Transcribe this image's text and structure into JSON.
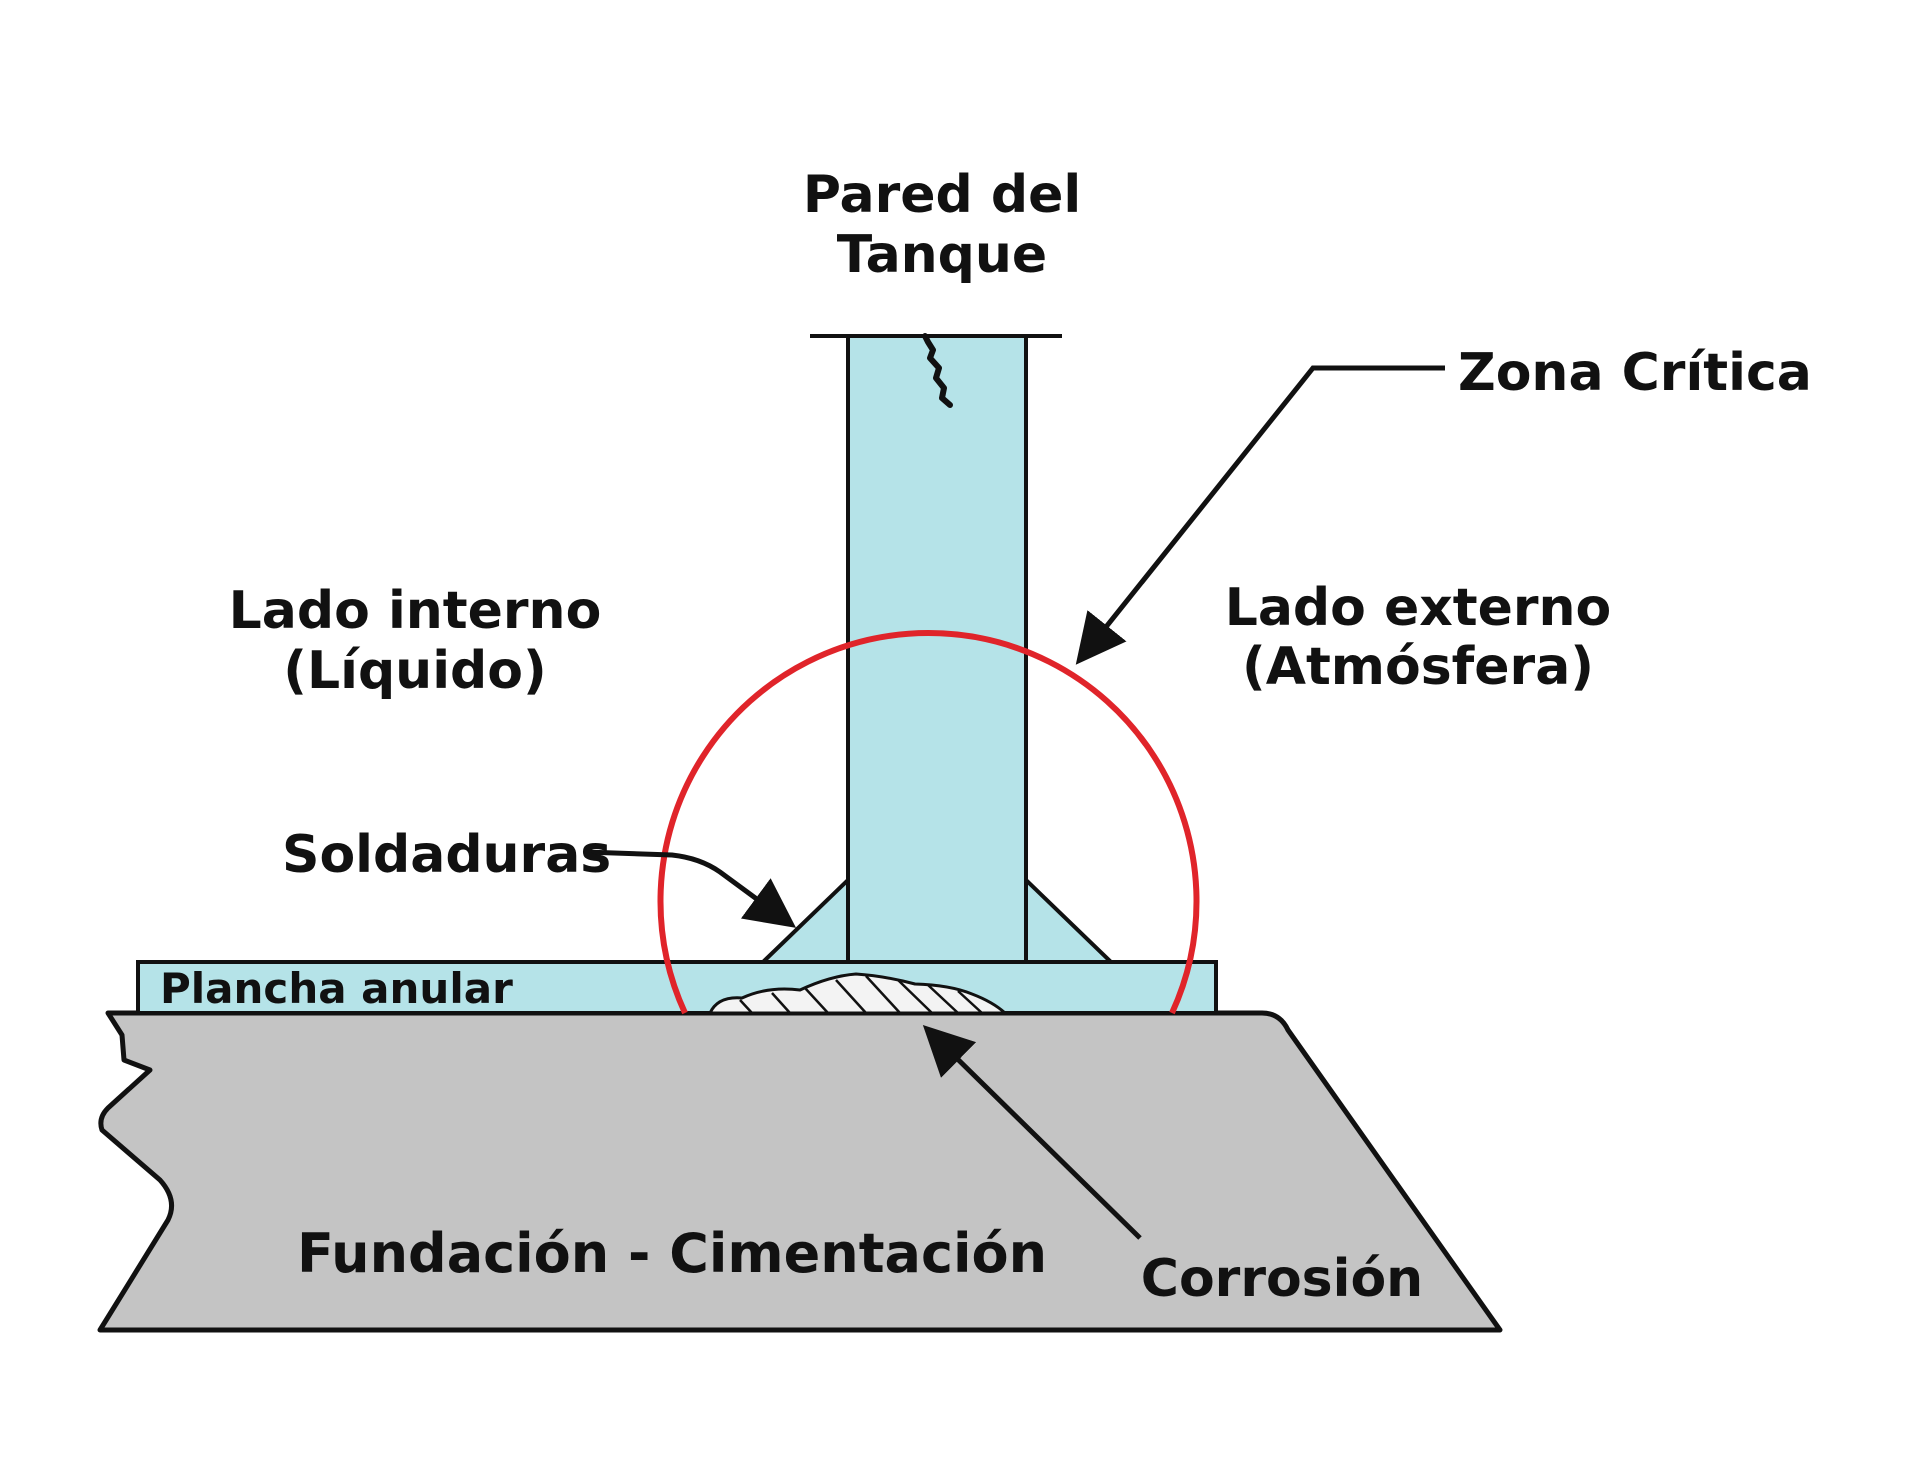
{
  "labels": {
    "wall_line1": "Pared del",
    "wall_line2": "Tanque",
    "critical_zone": "Zona Crítica",
    "inner_side_line1": "Lado interno",
    "inner_side_line2": "(Líquido)",
    "outer_side_line1": "Lado externo",
    "outer_side_line2": "(Atmósfera)",
    "welds": "Soldaduras",
    "annular_plate": "Plancha anular",
    "foundation": "Fundación - Cimentación",
    "corrosion": "Corrosión"
  },
  "colors": {
    "steel": "#b5e3e8",
    "foundation": "#c4c4c4",
    "critical_circle": "#e0242a",
    "outline": "#111111",
    "background": "#ffffff"
  }
}
